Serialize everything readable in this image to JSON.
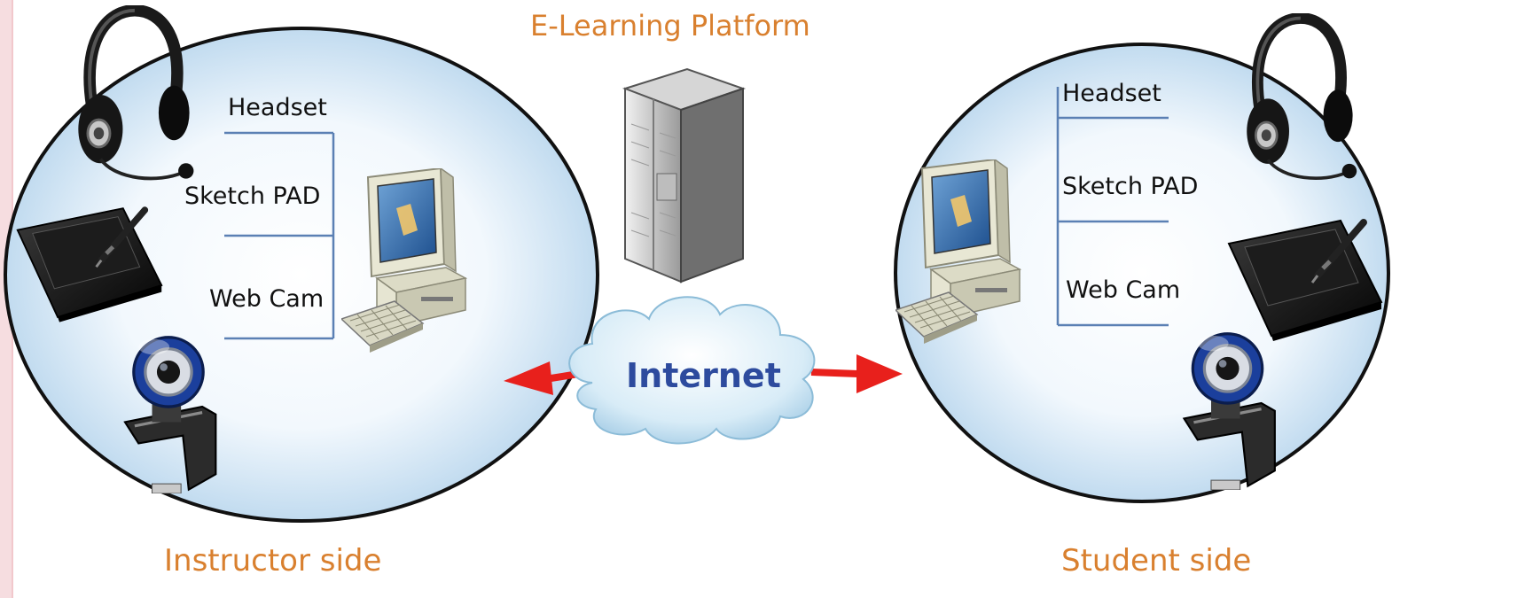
{
  "title": "E-Learning Platform",
  "network_label": "Internet",
  "instructor": {
    "label": "Instructor side",
    "devices": [
      "Headset",
      "Sketch PAD",
      "Web Cam"
    ]
  },
  "student": {
    "label": "Student side",
    "devices": [
      "Headset",
      "Sketch PAD",
      "Web Cam"
    ]
  },
  "colors": {
    "label_orange": "#d9802f",
    "internet_blue": "#2d4b9e",
    "arrow_red": "#e8201c",
    "bracket_blue": "#5b80b4",
    "border_pink": "#f2c8cc"
  },
  "icons": [
    "server-icon",
    "cloud-icon",
    "computer-icon",
    "headset-icon",
    "sketchpad-icon",
    "webcam-icon"
  ]
}
